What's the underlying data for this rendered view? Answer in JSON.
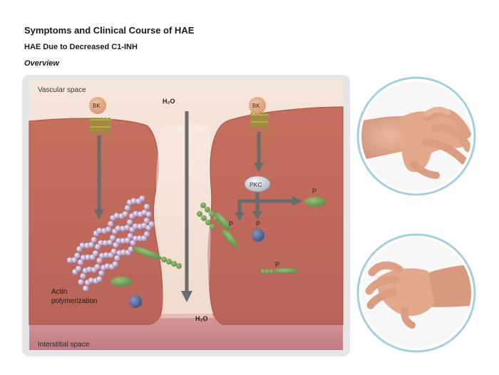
{
  "header": {
    "title": "Symptoms and Clinical Course of HAE",
    "subtitle": "HAE Due to Decreased C1-INH",
    "section": "Overview"
  },
  "diagram": {
    "vascular_space": "Vascular space",
    "interstitial_space": "Interstitial space",
    "water_top": "H₂O",
    "water_bottom": "H₂O",
    "bk_left": "BK",
    "bk_right": "BK",
    "pkc": "PKC",
    "p_labels": [
      "P",
      "P",
      "P",
      "P"
    ],
    "actin_line1": "Actin",
    "actin_line2": "polymerization"
  },
  "colors": {
    "frame": "#e4e4e4",
    "vascular": "#f2d9cc",
    "cell": "#c97563",
    "cell_edge": "#8e4a3d",
    "bk": "#e3a57f",
    "receptor": "#9aa63a",
    "arrow": "#6b6b6b",
    "green": "#6e9a55",
    "blue": "#5a6e9c",
    "actin": "#c8b6d3",
    "photo_ring": "#a7cee0"
  },
  "photos": [
    {
      "icon": "swollen-hand-photo-top"
    },
    {
      "icon": "swollen-hand-photo-bottom"
    }
  ]
}
